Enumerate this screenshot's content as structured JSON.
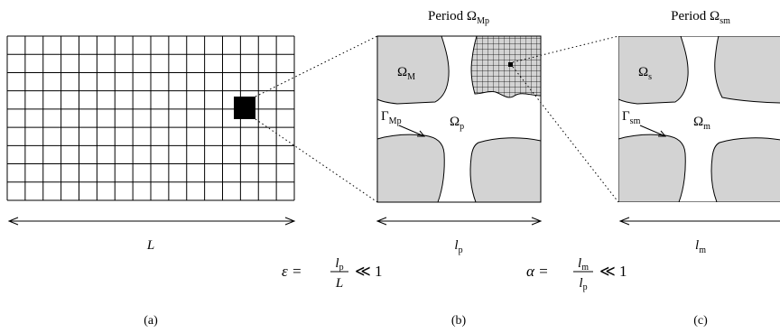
{
  "panel_a": {
    "length_symbol": "L",
    "caption": "(a)",
    "grid_cols": 16,
    "grid_rows": 9
  },
  "panel_b": {
    "title_prefix": "Period Ω",
    "title_sub": "Mp",
    "omega_M": "Ω",
    "omega_M_sub": "M",
    "omega_p": "Ω",
    "omega_p_sub": "p",
    "gamma_Mp": "Γ",
    "gamma_Mp_sub": "Mp",
    "length_symbol": "l",
    "length_sub": "p",
    "caption": "(b)"
  },
  "panel_c": {
    "title_prefix": "Period Ω",
    "title_sub": "sm",
    "omega_s": "Ω",
    "omega_s_sub": "s",
    "omega_m": "Ω",
    "omega_m_sub": "m",
    "gamma_sm": "Γ",
    "gamma_sm_sub": "sm",
    "length_symbol": "l",
    "length_sub": "m",
    "caption": "(c)"
  },
  "eq_epsilon": {
    "lhs": "ε =",
    "num": "l",
    "num_sub": "p",
    "den": "L",
    "rhs": "≪ 1"
  },
  "eq_alpha": {
    "lhs": "α =",
    "num": "l",
    "num_sub": "m",
    "den": "l",
    "den_sub": "p",
    "rhs": "≪ 1"
  },
  "colors": {
    "inclusion_fill": "#d3d3d3",
    "line": "#000000",
    "background": "#ffffff"
  }
}
